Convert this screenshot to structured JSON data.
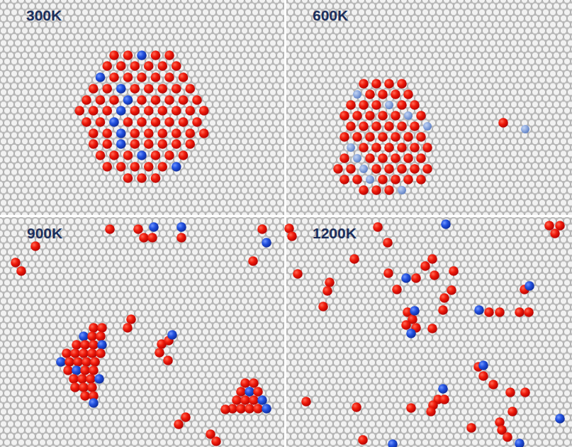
{
  "diagram": {
    "labels": [
      "300K",
      "600K",
      "900K",
      "1200K"
    ]
  }
}
